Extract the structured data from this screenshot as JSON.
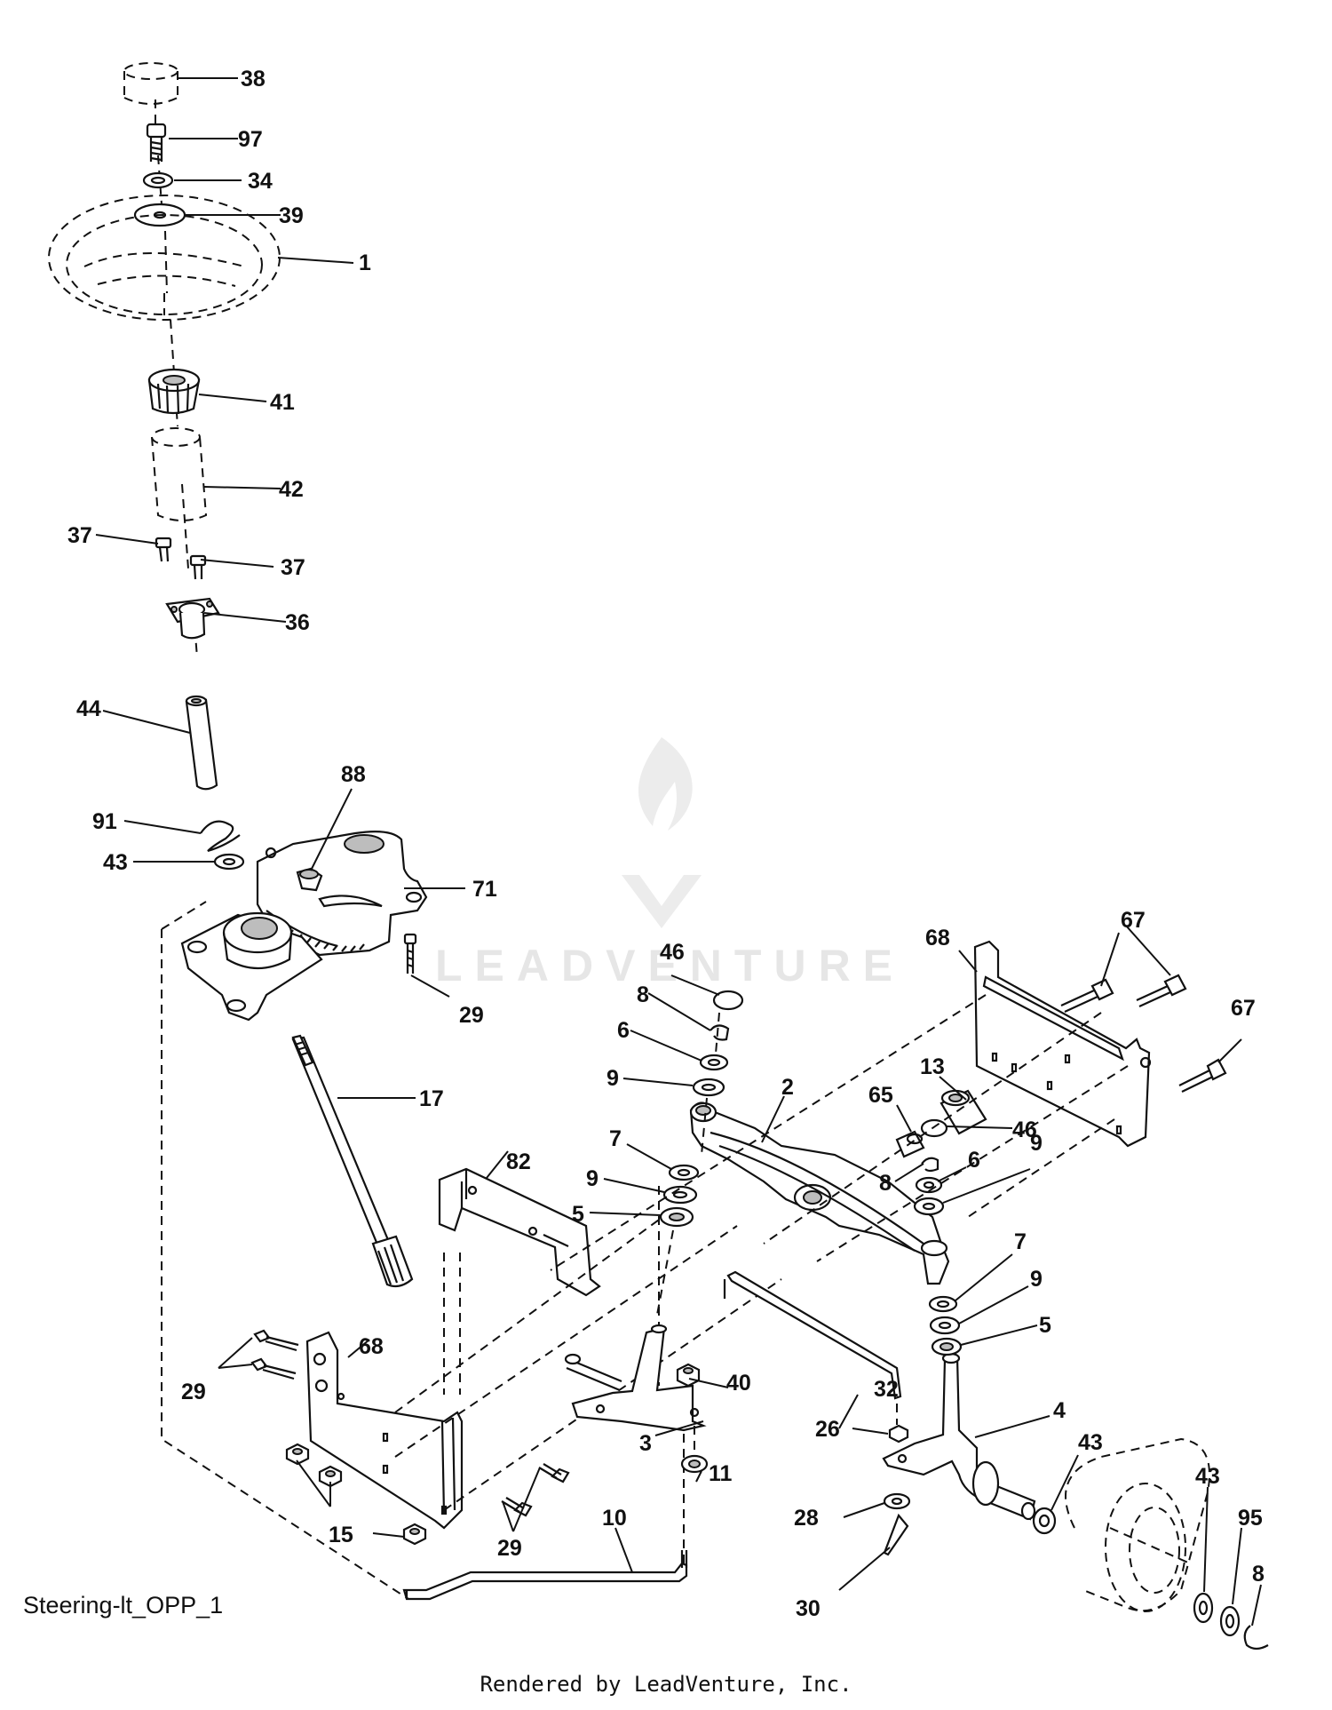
{
  "diagram_id": "Steering-lt_OPP_1",
  "credit": "Rendered by LeadVenture, Inc.",
  "watermark": "LEADVENTURE",
  "labels": {
    "l38": "38",
    "l97": "97",
    "l34": "34",
    "l39": "39",
    "l1": "1",
    "l41": "41",
    "l42": "42",
    "l37a": "37",
    "l37b": "37",
    "l36": "36",
    "l44": "44",
    "l91": "91",
    "l43a": "43",
    "l88": "88",
    "l71": "71",
    "l29a": "29",
    "l17": "17",
    "l82": "82",
    "l68a": "68",
    "l29b": "29",
    "l15": "15",
    "l29c": "29",
    "l10": "10",
    "l46a": "46",
    "l8a": "8",
    "l6a": "6",
    "l9a": "9",
    "l7a": "7",
    "l9b": "9",
    "l5a": "5",
    "l2": "2",
    "l40": "40",
    "l3": "3",
    "l11": "11",
    "l32": "32",
    "l26": "26",
    "l28": "28",
    "l30": "30",
    "l68b": "68",
    "l67a": "67",
    "l67b": "67",
    "l13": "13",
    "l65": "65",
    "l46b": "46",
    "l8b": "8",
    "l6b": "6",
    "l9c": "9",
    "l7b": "7",
    "l9d": "9",
    "l5b": "5",
    "l4": "4",
    "l43b": "43",
    "l43c": "43",
    "l95": "95",
    "l8c": "8"
  }
}
